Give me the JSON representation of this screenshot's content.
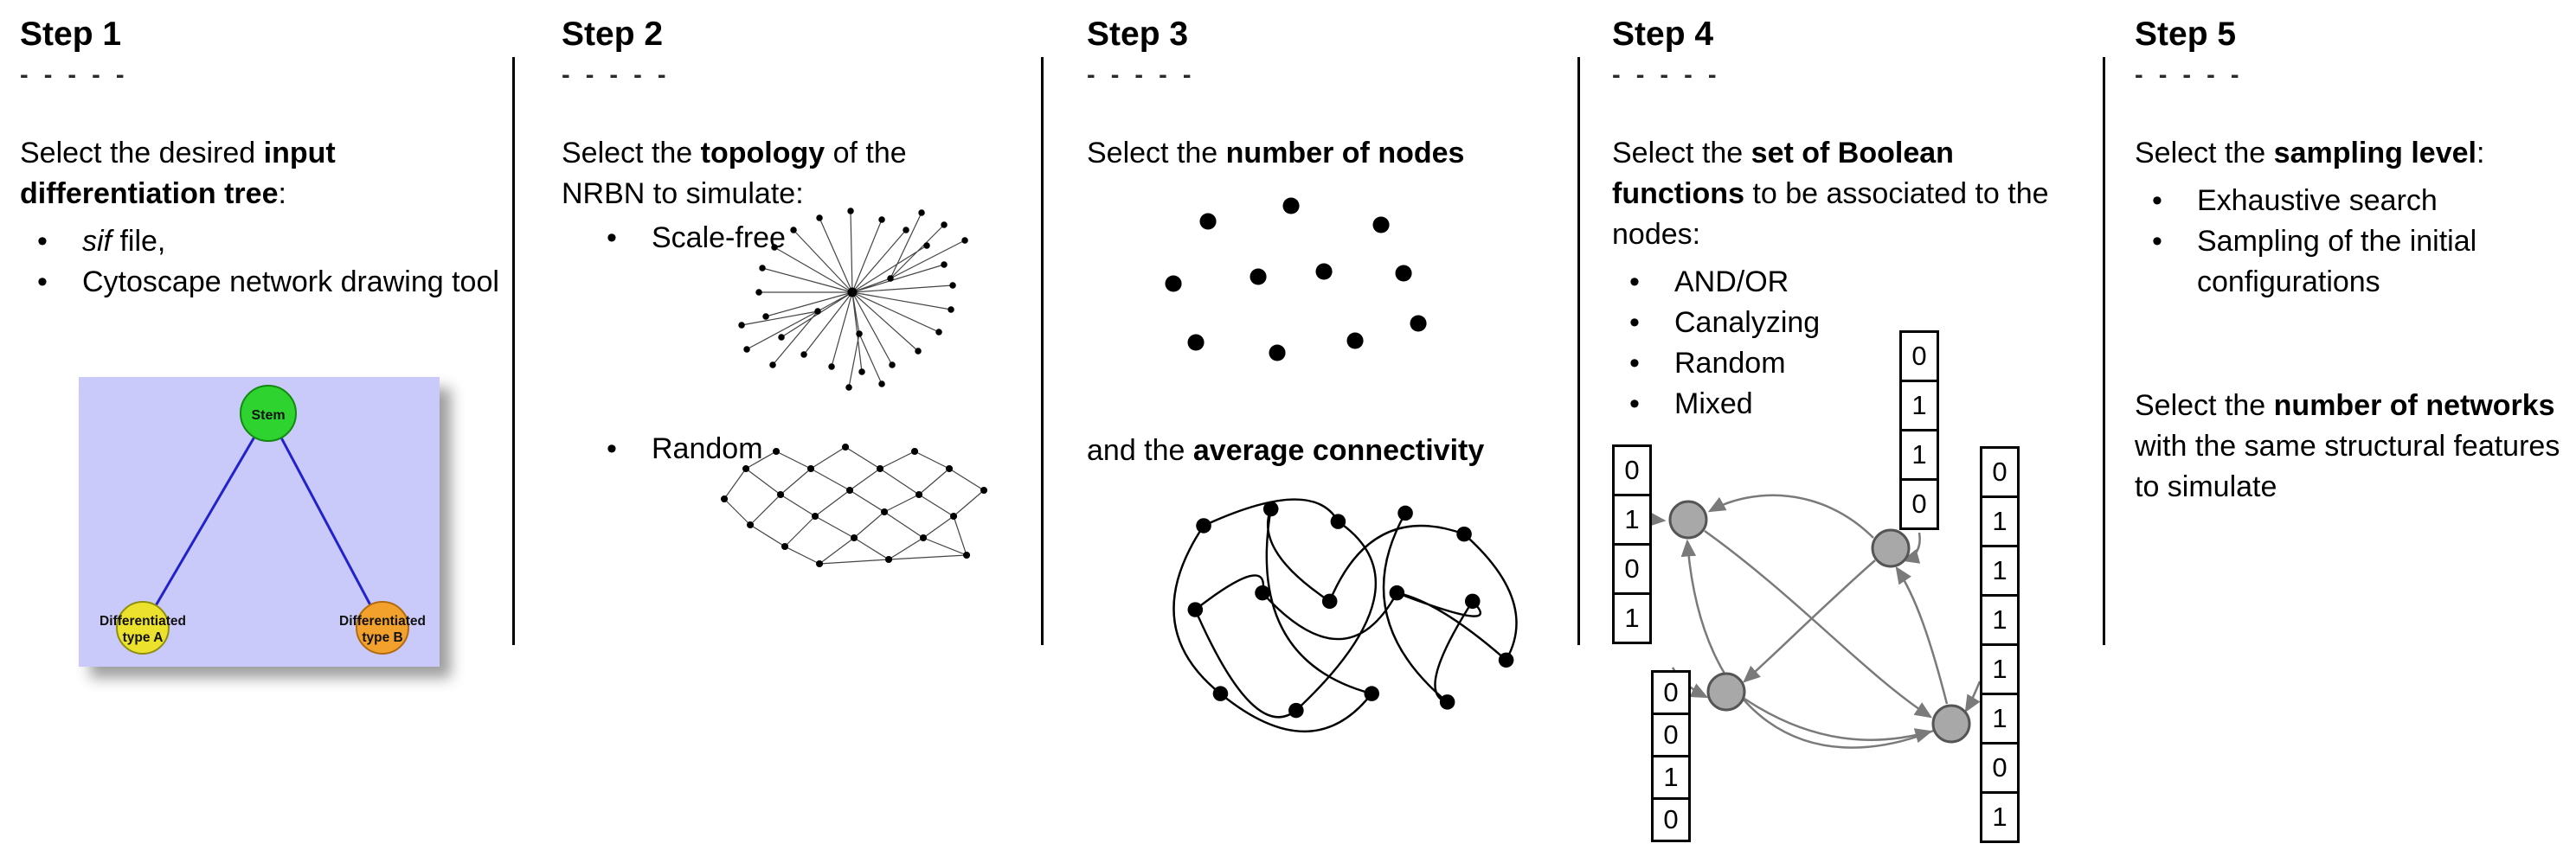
{
  "steps": [
    {
      "title": "Step 1",
      "dashes": "- - - - -",
      "intro": {
        "prefix": "Select the desired ",
        "bold": "input differentiation tree",
        "suffix": ":"
      },
      "bullets": [
        {
          "italic": "sif",
          "text": " file,"
        },
        {
          "text": "Cytoscape network drawing tool"
        }
      ],
      "tree": {
        "root_label": "Stem",
        "left_label_line1": "Differentiated",
        "left_label_line2": "type A",
        "right_label_line1": "Differentiated",
        "right_label_line2": "type B",
        "colors": {
          "background": "#c9c9fa",
          "root": "#2fd32f",
          "root_border": "#128a12",
          "left": "#ece22e",
          "left_border": "#8f8f10",
          "right": "#f2a12d",
          "right_border": "#b26b0e",
          "edge": "#2222cc"
        }
      }
    },
    {
      "title": "Step 2",
      "dashes": "- - - - -",
      "intro": {
        "prefix": "Select the ",
        "bold": "topology",
        "suffix": " of the NRBN to simulate:"
      },
      "bullets": [
        {
          "text": "Scale-free"
        },
        {
          "text": "Random"
        }
      ]
    },
    {
      "title": "Step 3",
      "dashes": "- - - - -",
      "line1": {
        "prefix": "Select the ",
        "bold": "number of nodes"
      },
      "line2": {
        "prefix": "and the ",
        "bold": "average connectivity"
      }
    },
    {
      "title": "Step 4",
      "dashes": "- - - - -",
      "intro": {
        "prefix": "Select the ",
        "bold": "set of Boolean functions",
        "suffix": " to be associated to the nodes:"
      },
      "bullets": [
        {
          "text": "AND/OR"
        },
        {
          "text": "Canalyzing"
        },
        {
          "text": "Random"
        },
        {
          "text": "Mixed"
        }
      ],
      "truth_tables": {
        "left": [
          "0",
          "1",
          "0",
          "1"
        ],
        "top": [
          "0",
          "1",
          "1",
          "0"
        ],
        "right": [
          "0",
          "1",
          "1",
          "1",
          "1",
          "1",
          "0",
          "1"
        ],
        "bottom": [
          "0",
          "0",
          "1",
          "0"
        ]
      },
      "network": {
        "node_color": "#a8a8a8",
        "node_border": "#555555",
        "arrow_color": "#7a7a7a"
      }
    },
    {
      "title": "Step 5",
      "dashes": "- - - - -",
      "intro": {
        "prefix": "Select the ",
        "bold": "sampling level",
        "suffix": ":"
      },
      "bullets": [
        {
          "text": "Exhaustive search"
        },
        {
          "text": "Sampling of the initial configurations"
        }
      ],
      "second": {
        "prefix": "Select the ",
        "bold": "number of networks",
        "suffix": " with the same structural features to simulate"
      }
    }
  ]
}
